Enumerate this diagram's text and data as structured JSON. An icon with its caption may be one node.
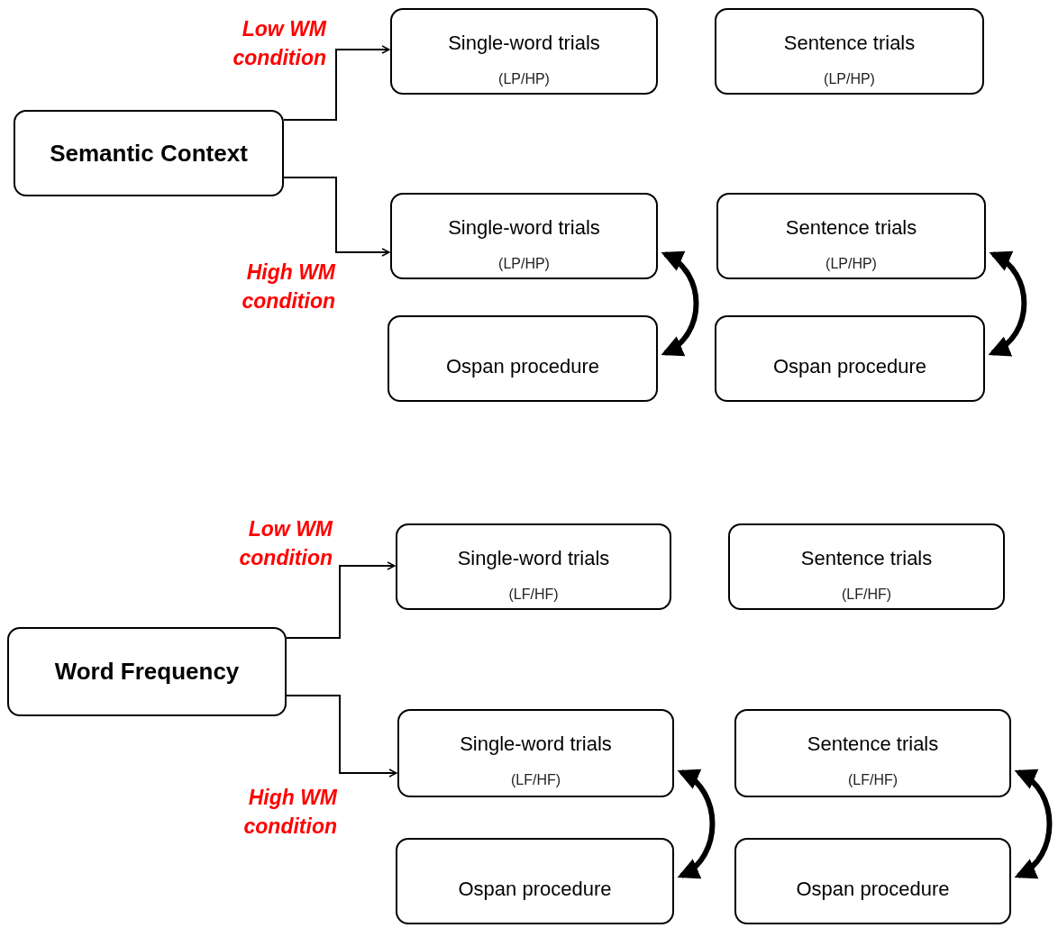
{
  "diagram": {
    "nodes": [
      {
        "text": [
          "Semantic Context"
        ]
      },
      {
        "text": [
          "Single-word trials",
          "(LP/HP)"
        ]
      },
      {
        "text": [
          "Sentence trials",
          "(LP/HP)"
        ]
      },
      {
        "text": [
          "Single-word trials",
          "(LP/HP)"
        ]
      },
      {
        "text": [
          "Sentence trials",
          "(LP/HP)"
        ]
      },
      {
        "text": [
          "Ospan procedure"
        ]
      },
      {
        "text": [
          "Ospan procedure"
        ]
      },
      {
        "text": [
          "Word Frequency"
        ]
      },
      {
        "text": [
          "Single-word trials",
          "(LF/HF)"
        ]
      },
      {
        "text": [
          "Sentence trials",
          "(LF/HF)"
        ]
      },
      {
        "text": [
          "Single-word trials",
          "(LF/HF)"
        ]
      },
      {
        "text": [
          "Sentence trials",
          "(LF/HF)"
        ]
      },
      {
        "text": [
          "Ospan procedure"
        ]
      },
      {
        "text": [
          "Ospan procedure"
        ]
      }
    ],
    "edges": [
      {
        "from": 0,
        "to": 1,
        "arrow": "to"
      },
      {
        "from": 0,
        "to": 3,
        "arrow": "to"
      },
      {
        "from": 3,
        "to": 5,
        "arrow": "both",
        "style": "thick"
      },
      {
        "from": 4,
        "to": 6,
        "arrow": "both",
        "style": "thick"
      },
      {
        "from": 7,
        "to": 8,
        "arrow": "to"
      },
      {
        "from": 7,
        "to": 10,
        "arrow": "to"
      },
      {
        "from": 10,
        "to": 12,
        "arrow": "both",
        "style": "thick"
      },
      {
        "from": 11,
        "to": 13,
        "arrow": "both",
        "style": "thick"
      }
    ],
    "labels": [
      "Low WM condition",
      "High WM condition",
      "Low WM condition",
      "High WM condition"
    ]
  }
}
